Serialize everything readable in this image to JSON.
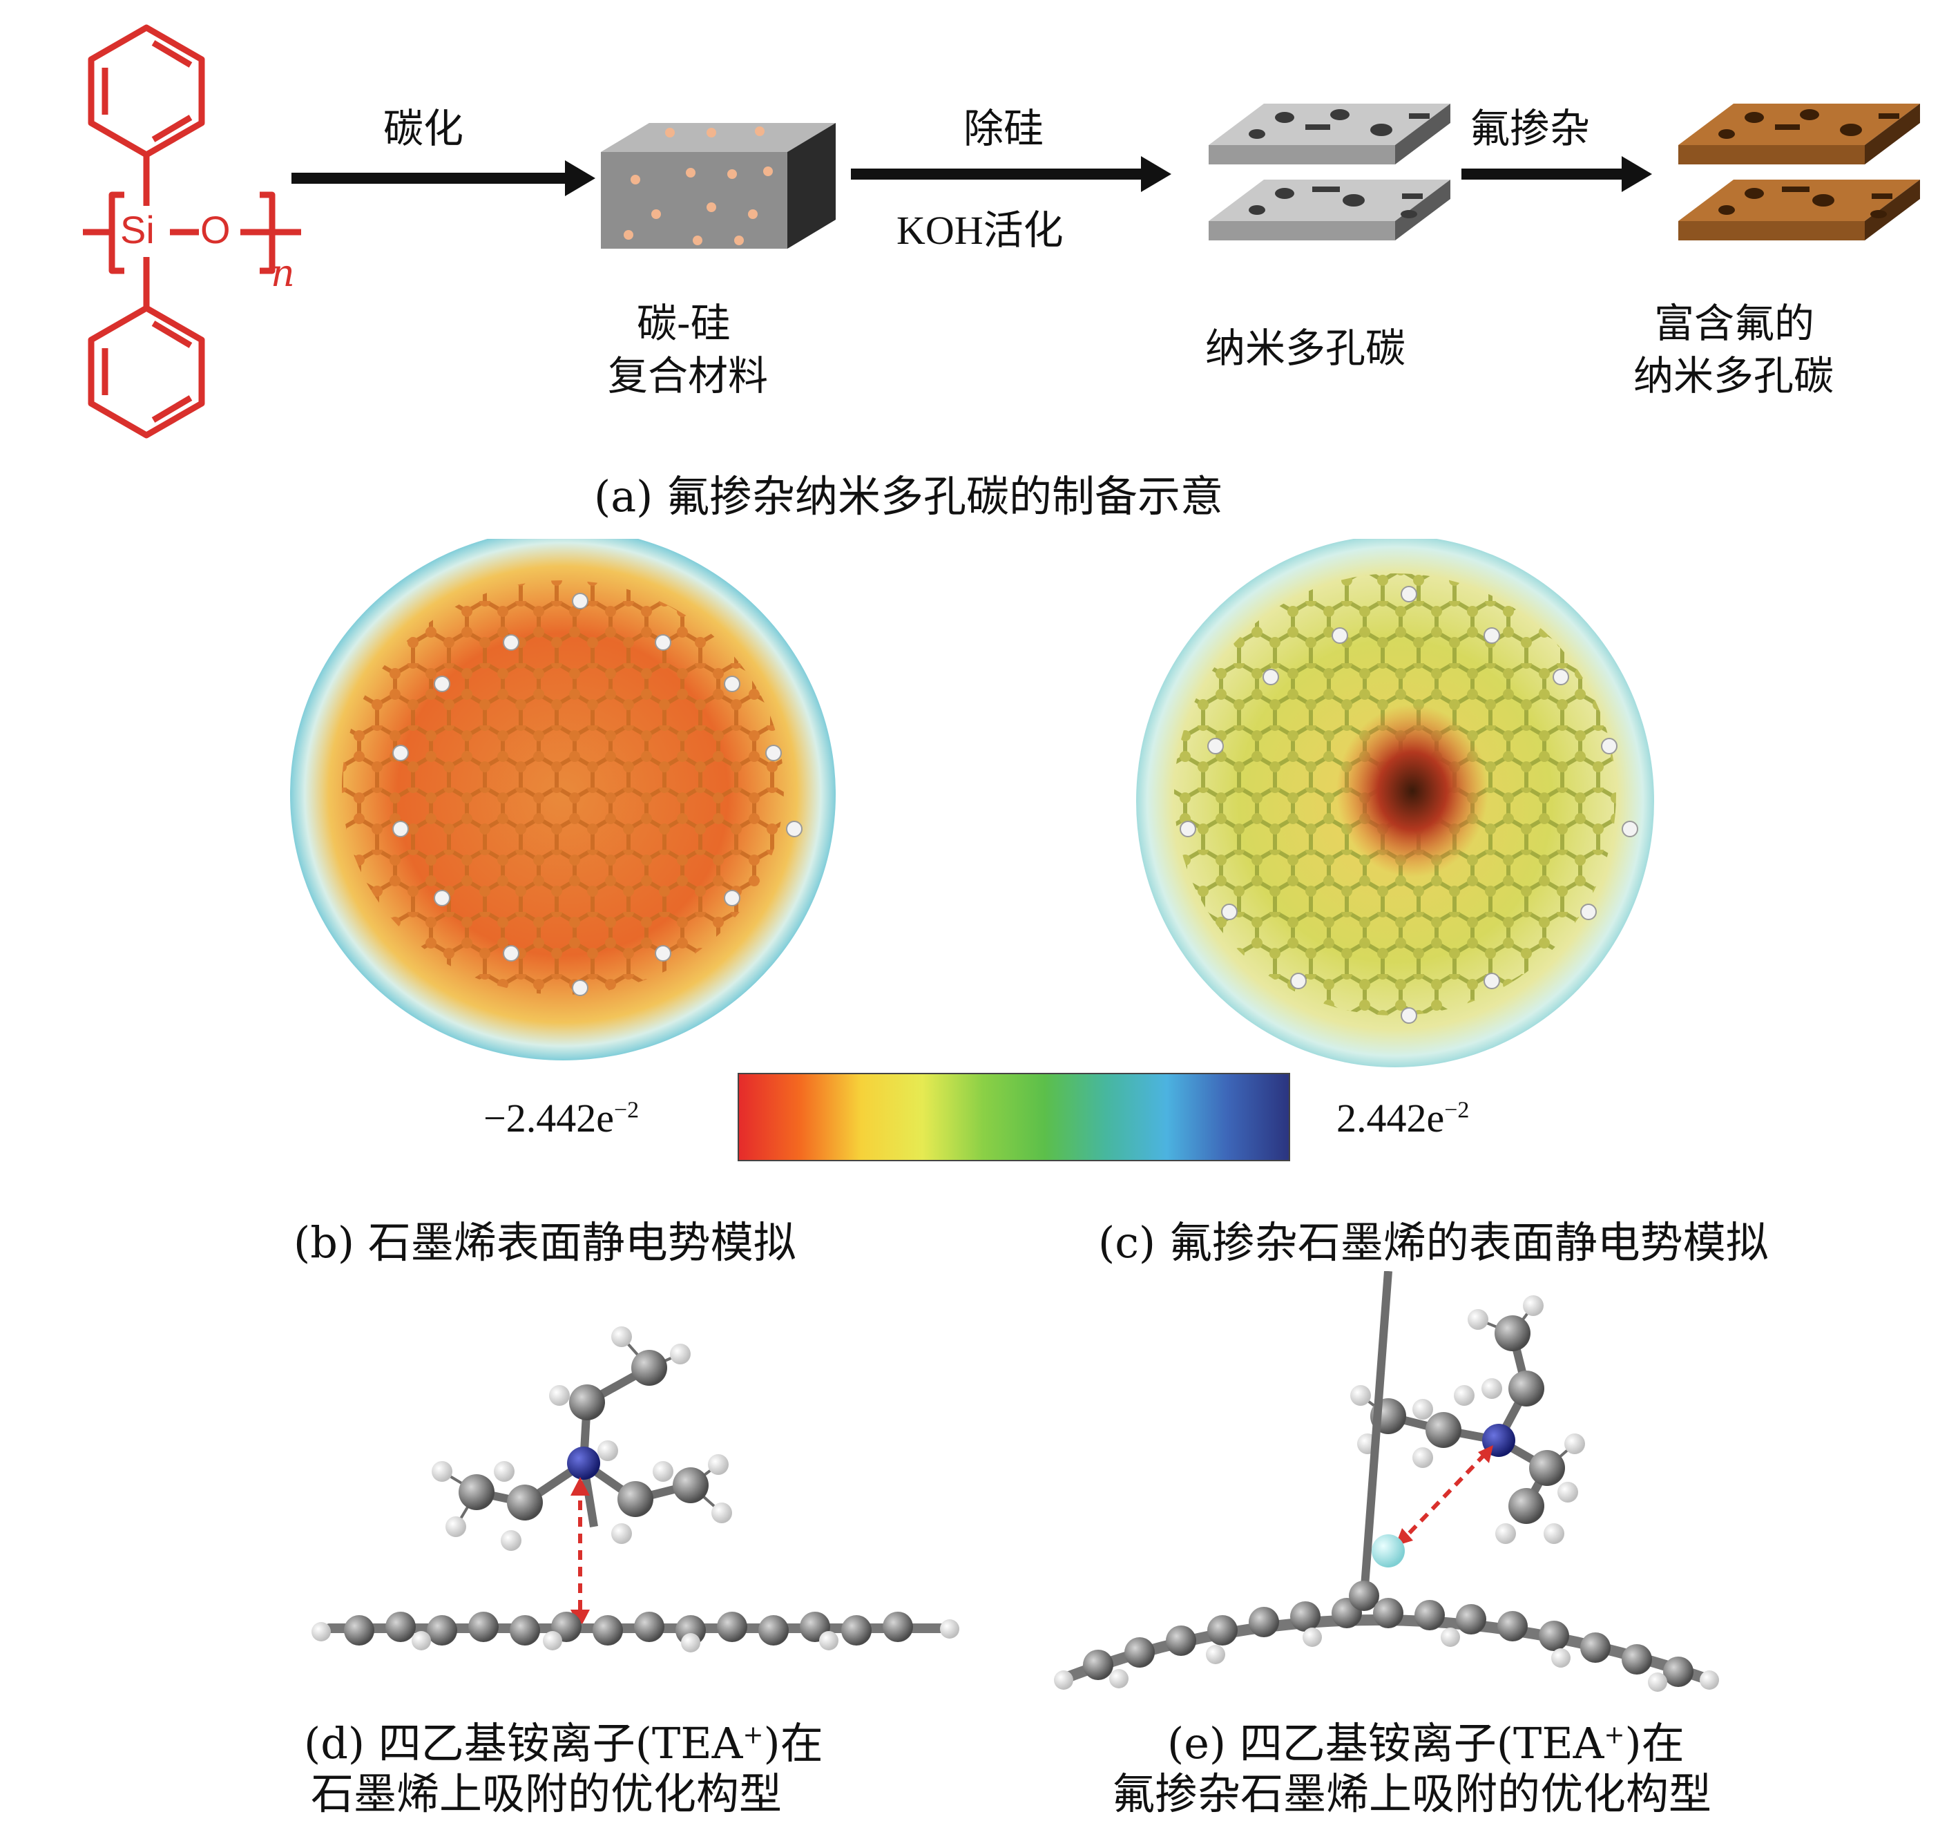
{
  "panel_a": {
    "monomer": {
      "si": "Si",
      "o": "O",
      "subscript": "n"
    },
    "steps": [
      {
        "above": "碳化",
        "below": ""
      },
      {
        "above": "除硅",
        "below": "KOH活化"
      },
      {
        "above": "氟掺杂",
        "below": ""
      }
    ],
    "products": [
      {
        "line1": "碳-硅",
        "line2": "复合材料"
      },
      {
        "line1": "纳米多孔碳",
        "line2": ""
      },
      {
        "line1": "富含氟的",
        "line2": "纳米多孔碳"
      }
    ],
    "caption": "(a) 氟掺杂纳米多孔碳的制备示意"
  },
  "colorbar": {
    "min_label": "−2.442e",
    "min_exp": "−2",
    "max_label": "2.442e",
    "max_exp": "−2",
    "stops": [
      "#e52b2b",
      "#f46a20",
      "#f6d23a",
      "#e6ea52",
      "#8bd046",
      "#5cbf4a",
      "#47b79e",
      "#4cb3e0",
      "#3d66b8",
      "#2b3580"
    ]
  },
  "panel_b": {
    "caption": "(b) 石墨烯表面静电势模拟"
  },
  "panel_c": {
    "caption": "(c) 氟掺杂石墨烯的表面静电势模拟"
  },
  "panel_d": {
    "caption_line1": "(d) 四乙基铵离子(TEA",
    "caption_sup": "+",
    "caption_line1_end": ")在",
    "caption_line2": "石墨烯上吸附的优化构型"
  },
  "panel_e": {
    "caption_line1": "(e) 四乙基铵离子(TEA",
    "caption_sup": "+",
    "caption_line1_end": ")在",
    "caption_line2": "氟掺杂石墨烯上吸附的优化构型"
  },
  "colors": {
    "polymer_red": "#d9302c",
    "arrow_black": "#111111",
    "block_gray": "#8e8e8e",
    "fluorinated_brown": "#a8642a",
    "nitrogen_blue": "#2a2f9a",
    "fluorine_cyan": "#9fe3e6",
    "bond_gray": "#6d6d6d"
  }
}
